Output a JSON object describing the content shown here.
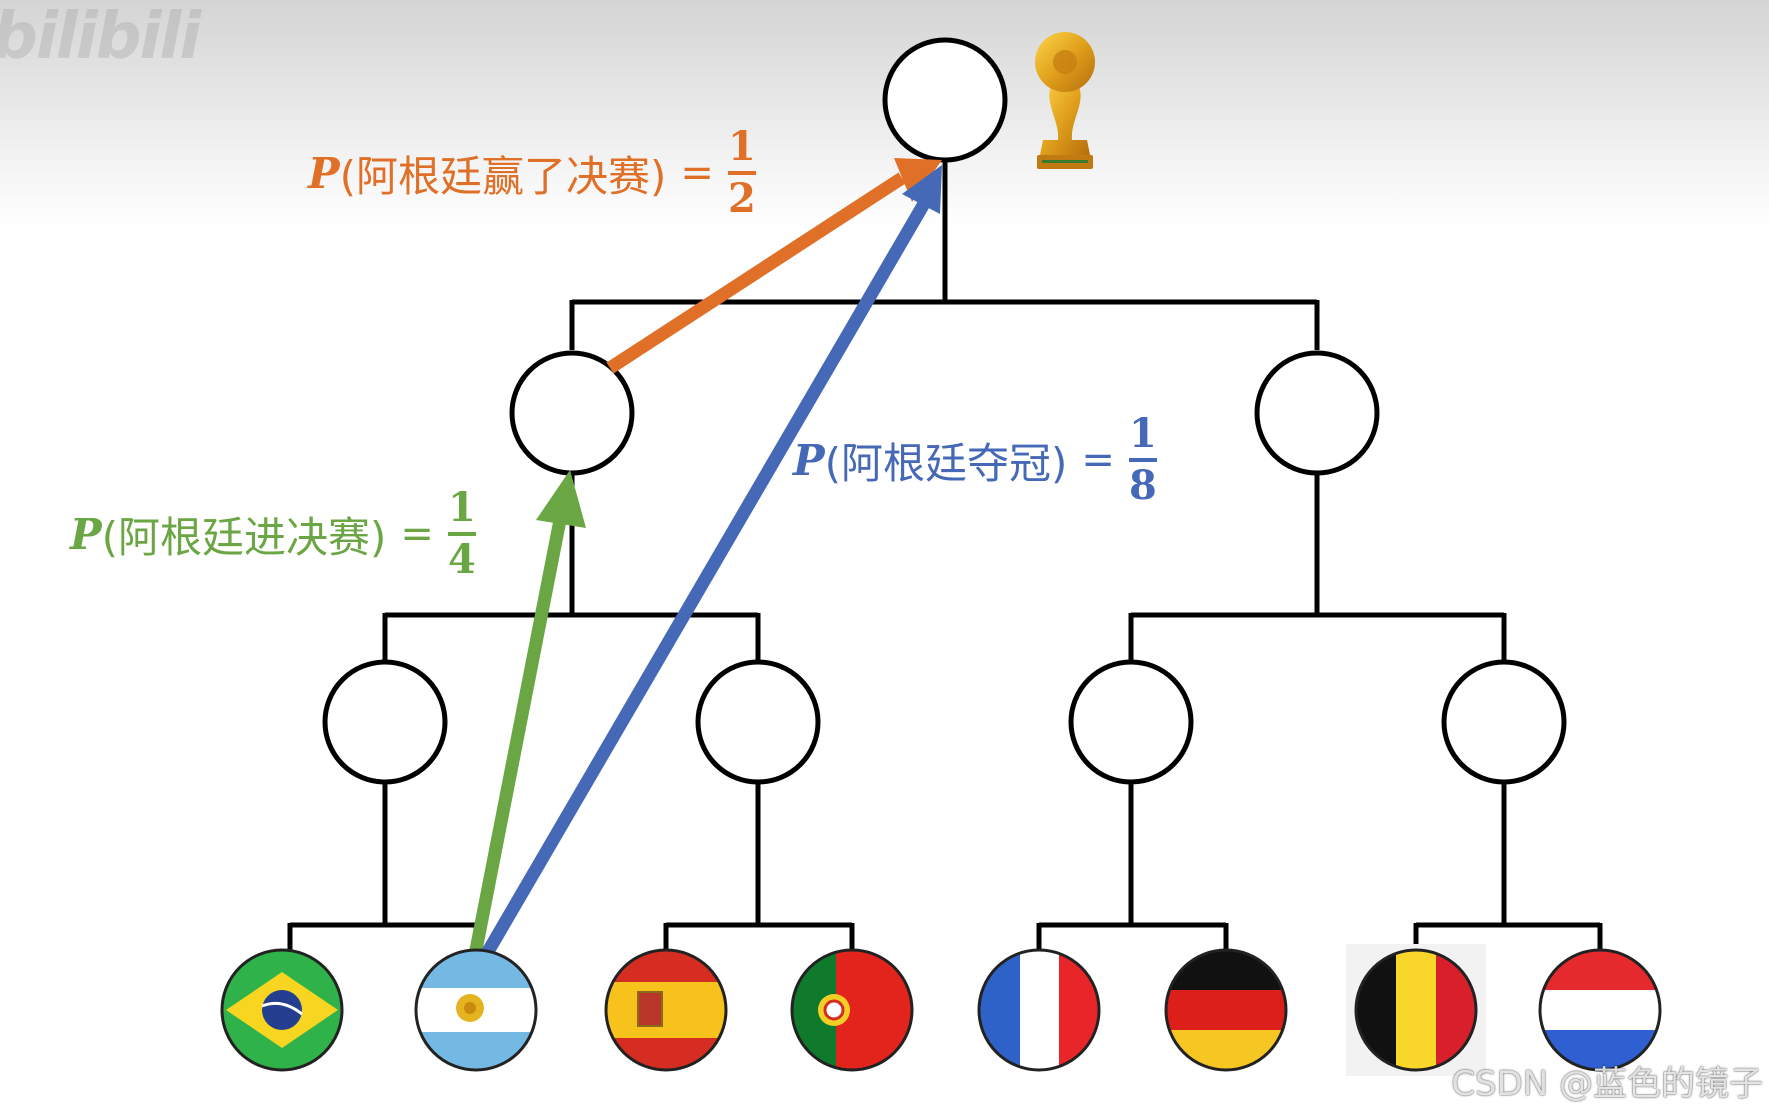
{
  "watermark_logo": "bilibili",
  "watermark_credit": "CSDN @蓝色的镜子",
  "colors": {
    "final_label": "#e07028",
    "semifinal_label": "#6aa644",
    "champion_label": "#4569b6",
    "tree_lines": "#000000"
  },
  "trophy_icon": "world-cup-trophy-icon",
  "labels": {
    "final": {
      "prefix": "P",
      "text": "(阿根廷赢了决赛)",
      "equals": "=",
      "numerator": "1",
      "denominator": "2"
    },
    "semifinal": {
      "prefix": "P",
      "text": "(阿根廷进决赛)",
      "equals": "=",
      "numerator": "1",
      "denominator": "4"
    },
    "champion": {
      "prefix": "P",
      "text": "(阿根廷夺冠)",
      "equals": "=",
      "numerator": "1",
      "denominator": "8"
    }
  },
  "teams": [
    {
      "flag": "brazil-flag-icon"
    },
    {
      "flag": "argentina-flag-icon"
    },
    {
      "flag": "spain-flag-icon"
    },
    {
      "flag": "portugal-flag-icon"
    },
    {
      "flag": "france-flag-icon"
    },
    {
      "flag": "germany-flag-icon"
    },
    {
      "flag": "belgium-flag-icon"
    },
    {
      "flag": "netherlands-flag-icon"
    }
  ]
}
